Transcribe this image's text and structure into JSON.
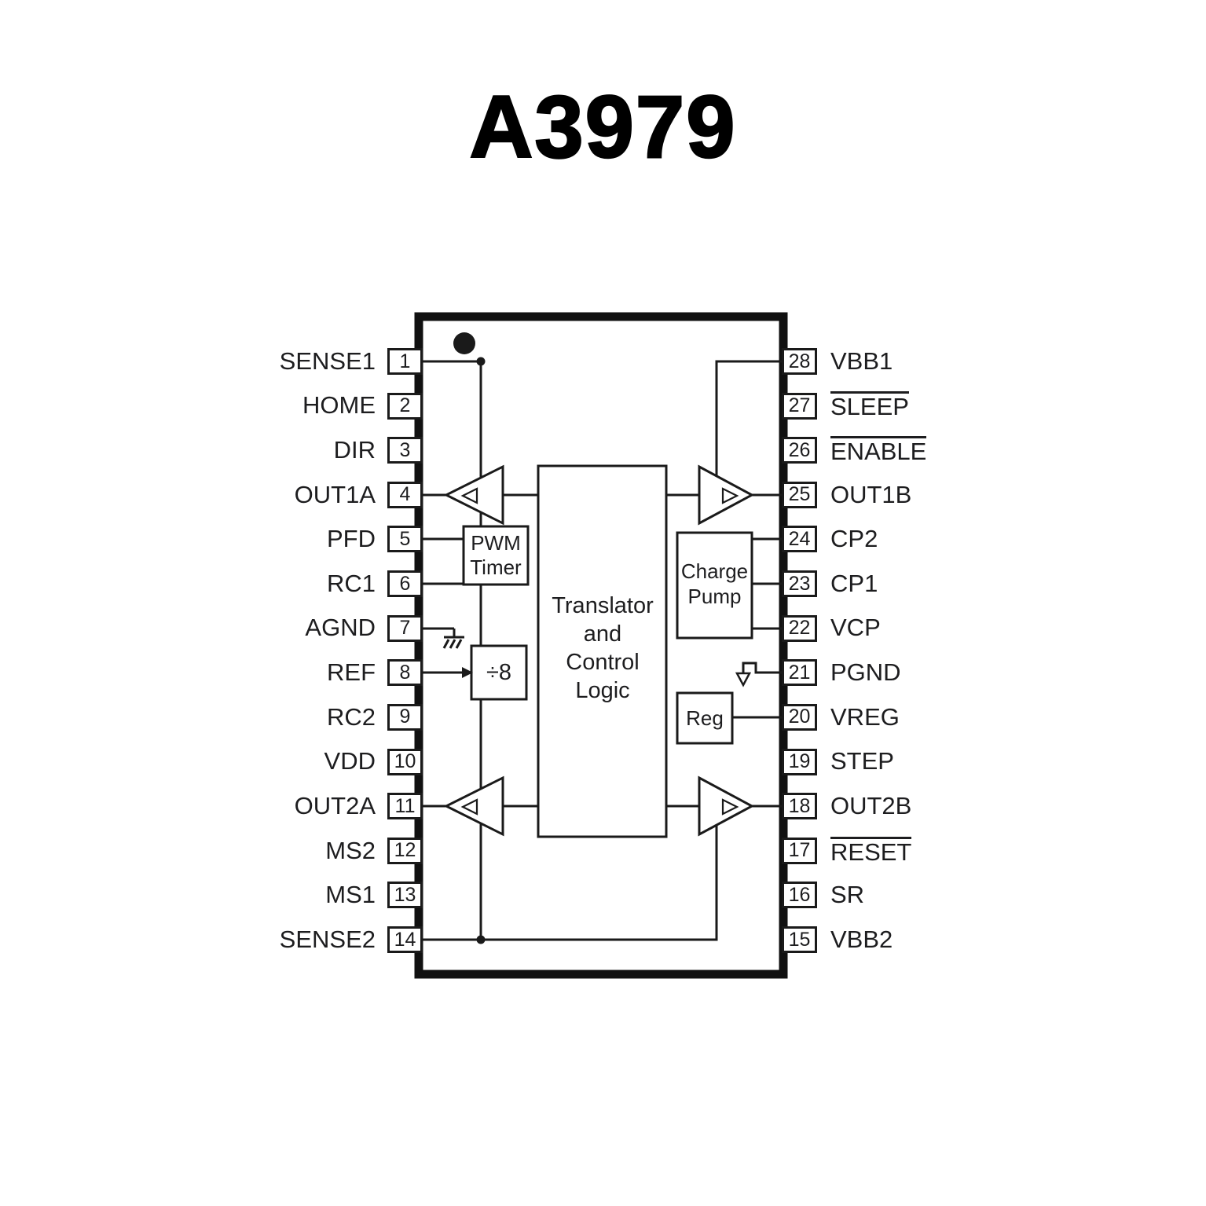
{
  "title": "A3979",
  "pins": {
    "left": [
      {
        "number": "1",
        "label": "SENSE1"
      },
      {
        "number": "2",
        "label": "HOME"
      },
      {
        "number": "3",
        "label": "DIR"
      },
      {
        "number": "4",
        "label": "OUT1A"
      },
      {
        "number": "5",
        "label": "PFD"
      },
      {
        "number": "6",
        "label": "RC1"
      },
      {
        "number": "7",
        "label": "AGND"
      },
      {
        "number": "8",
        "label": "REF"
      },
      {
        "number": "9",
        "label": "RC2"
      },
      {
        "number": "10",
        "label": "VDD"
      },
      {
        "number": "11",
        "label": "OUT2A"
      },
      {
        "number": "12",
        "label": "MS2"
      },
      {
        "number": "13",
        "label": "MS1"
      },
      {
        "number": "14",
        "label": "SENSE2"
      }
    ],
    "right": [
      {
        "number": "28",
        "label": "VBB1",
        "overline": false
      },
      {
        "number": "27",
        "label": "SLEEP",
        "overline": true
      },
      {
        "number": "26",
        "label": "ENABLE",
        "overline": true
      },
      {
        "number": "25",
        "label": "OUT1B",
        "overline": false
      },
      {
        "number": "24",
        "label": "CP2",
        "overline": false
      },
      {
        "number": "23",
        "label": "CP1",
        "overline": false
      },
      {
        "number": "22",
        "label": "VCP",
        "overline": false
      },
      {
        "number": "21",
        "label": "PGND",
        "overline": false
      },
      {
        "number": "20",
        "label": "VREG",
        "overline": false
      },
      {
        "number": "19",
        "label": "STEP",
        "overline": false
      },
      {
        "number": "18",
        "label": "OUT2B",
        "overline": false
      },
      {
        "number": "17",
        "label": "RESET",
        "overline": true
      },
      {
        "number": "16",
        "label": "SR",
        "overline": false
      },
      {
        "number": "15",
        "label": "VBB2",
        "overline": false
      }
    ]
  },
  "blocks": {
    "translator": {
      "line1": "Translator",
      "line2": "and",
      "line3": "Control",
      "line4": "Logic"
    },
    "pwm_timer": {
      "line1": "PWM",
      "line2": "Timer"
    },
    "divider": "÷8",
    "charge_pump": {
      "line1": "Charge",
      "line2": "Pump"
    },
    "regulator": "Reg"
  },
  "colors": {
    "line": "#1a1a1a",
    "text": "#1d1d1f",
    "background": "#ffffff"
  }
}
